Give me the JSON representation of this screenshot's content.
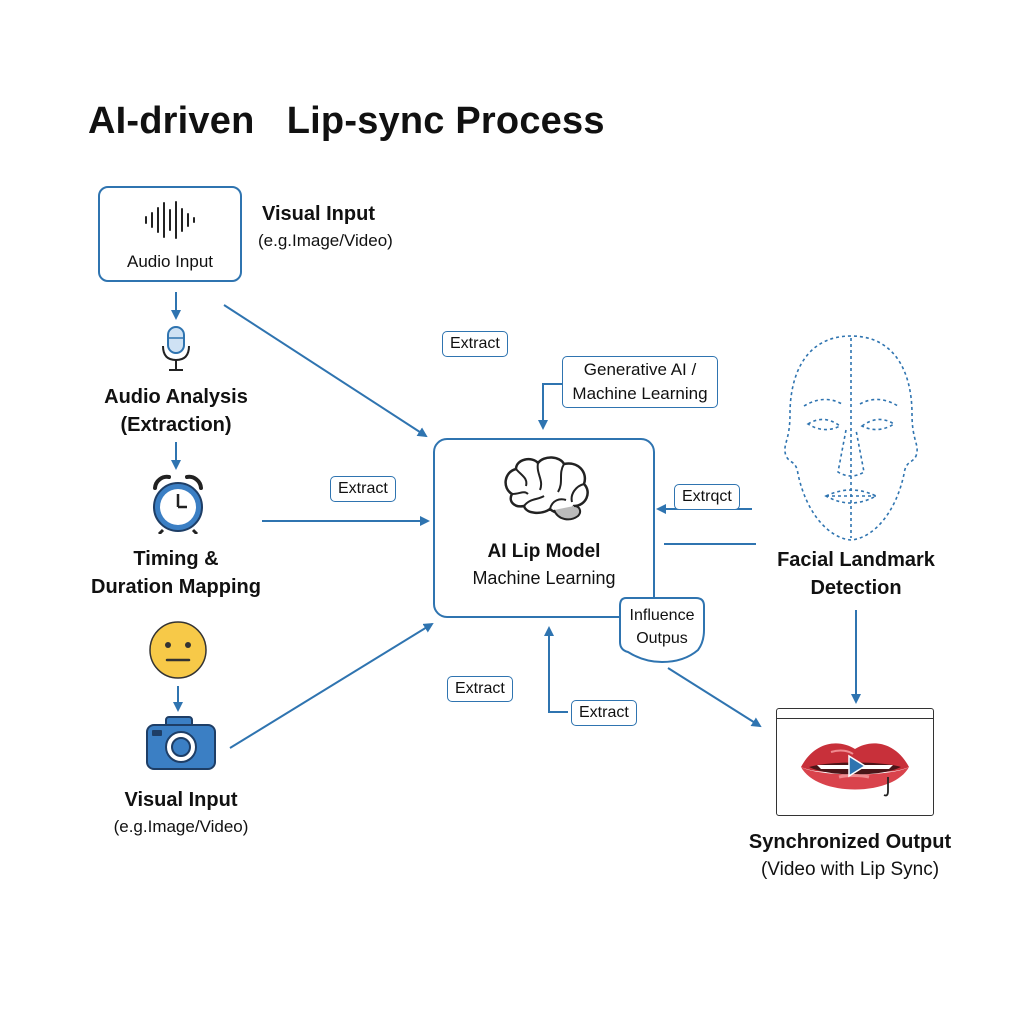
{
  "title": "AI-driven   Lip-sync Process",
  "audio_input": {
    "label": "Audio Input"
  },
  "visual_input_top": {
    "title": "Visual Input",
    "subtitle": "(e.g.Image/Video)"
  },
  "audio_analysis": {
    "line1": "Audio Analysis",
    "line2": "(Extraction)"
  },
  "timing": {
    "line1": "Timing &",
    "line2": "Duration Mapping"
  },
  "visual_input_bottom": {
    "title": "Visual Input",
    "subtitle": "(e.g.Image/Video)"
  },
  "extract_tags": {
    "top": "Extract",
    "left": "Extract",
    "right": "Extrqct",
    "bottom_left": "Extract",
    "bottom_right": "Extract"
  },
  "generative_ai": {
    "line1": "Generative AI /",
    "line2": "Machine Learning"
  },
  "ai_model": {
    "title": "AI Lip Model",
    "subtitle": "Machine Learning"
  },
  "influence": {
    "line1": "Influence",
    "line2": "Outpus"
  },
  "facial": {
    "line1": "Facial Landmark",
    "line2": "Detection"
  },
  "output": {
    "line1": "Synchronized Output",
    "line2": "(Video with Lip Sync)"
  },
  "colors": {
    "accent": "#2f74b0",
    "icon_blue": "#3b7fc4",
    "emoji_yellow": "#f7c948",
    "lips_red": "#c8303a"
  }
}
